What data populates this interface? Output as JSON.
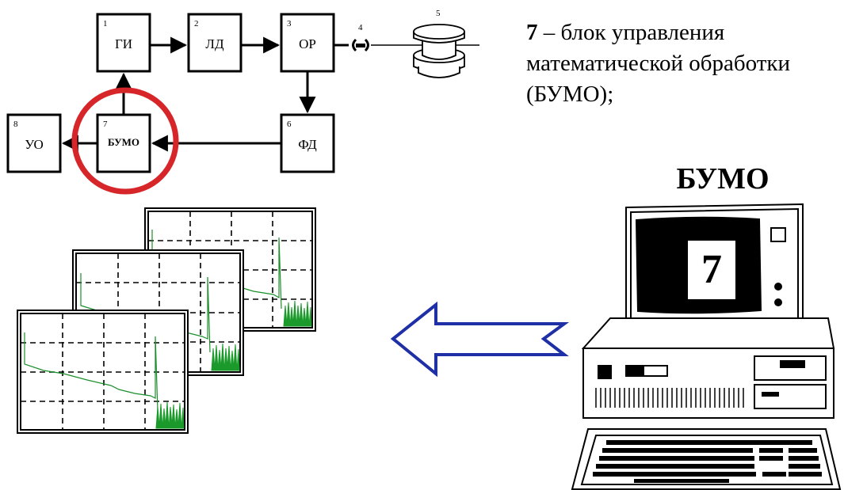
{
  "blocks": [
    {
      "num": "1",
      "label": "ГИ"
    },
    {
      "num": "2",
      "label": "ЛД"
    },
    {
      "num": "3",
      "label": "ОР"
    },
    {
      "num": "6",
      "label": "ФД"
    },
    {
      "num": "7",
      "label": "БУМО"
    },
    {
      "num": "8",
      "label": "УО"
    }
  ],
  "element_labels": {
    "probe": "4",
    "sample": "5"
  },
  "description": {
    "number": "7",
    "text": " – блок управления математической обработки (БУМО);"
  },
  "heading": "БУМО",
  "screen_number": "7",
  "colors": {
    "highlight_circle": "#d7262a",
    "arrow_outline": "#1f2fa6",
    "signal_trace": "#1a8f2a",
    "noise": "#1b9a2b"
  }
}
